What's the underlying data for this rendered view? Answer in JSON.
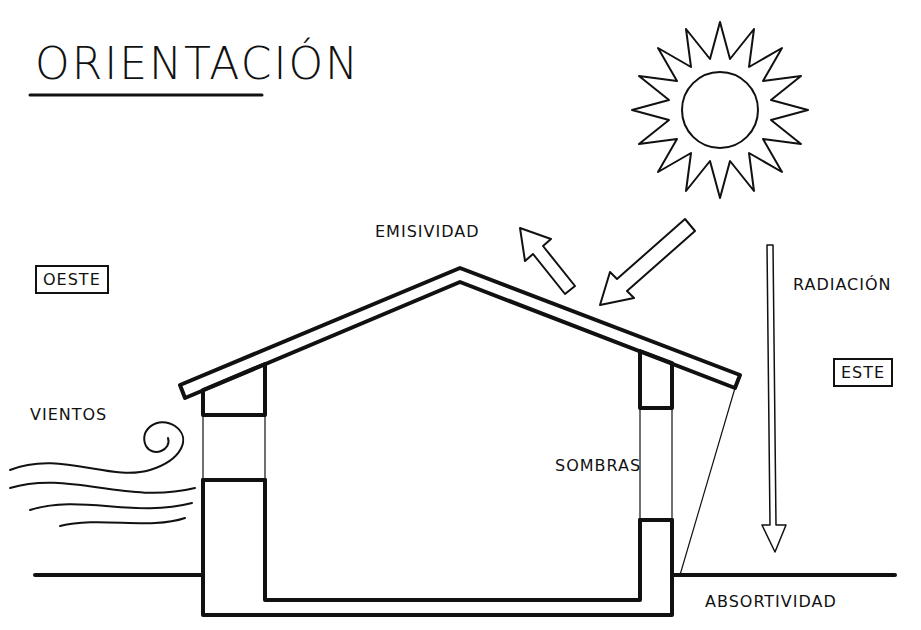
{
  "diagram": {
    "title": "ORIENTACIÓN",
    "nodes": [
      {
        "text": [
          "OESTE"
        ]
      },
      {
        "text": [
          "ESTE"
        ]
      }
    ],
    "labels": [
      "EMISIVIDAD",
      "RADIACIÓN",
      "VIENTOS",
      "SOMBRAS",
      "ABSORTIVIDAD"
    ]
  }
}
